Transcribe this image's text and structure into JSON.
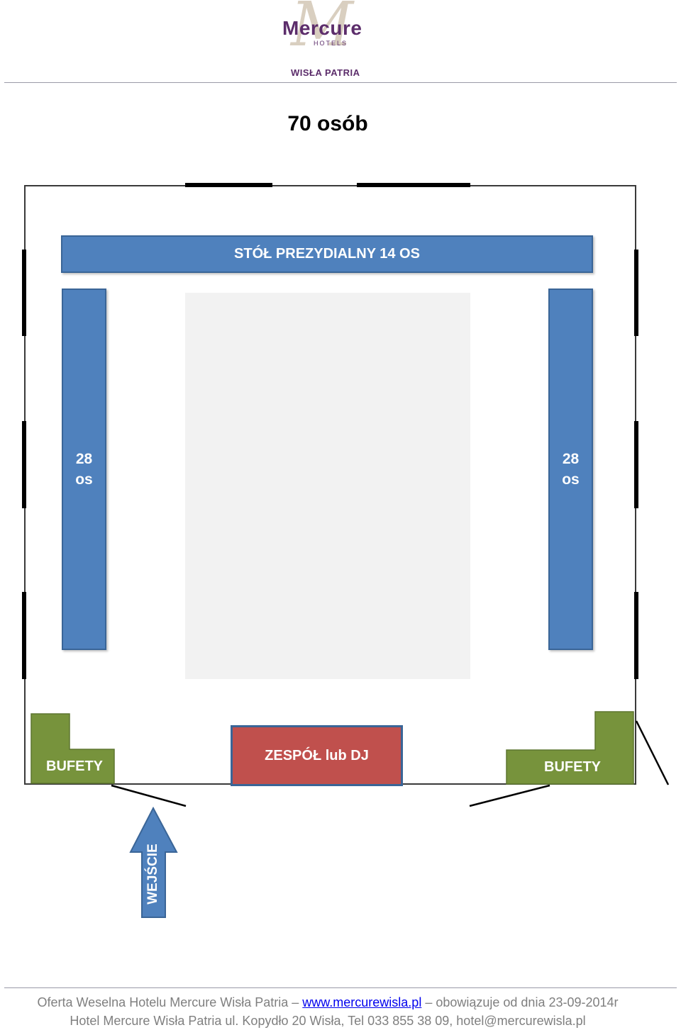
{
  "header": {
    "logo_monogram": "M",
    "logo_brand": "Mercure",
    "logo_hotels": "HOTELS",
    "logo_subtitle": "WISŁA PATRIA",
    "brand_color": "#5c2d6b"
  },
  "title": "70 osób",
  "plan": {
    "head_table": "STÓŁ PREZYDIALNY 14 OS",
    "left_table": {
      "number": "28",
      "unit": "os"
    },
    "right_table": {
      "number": "28",
      "unit": "os"
    },
    "band": "ZESPÓŁ lub DJ",
    "buffet_left": "BUFETY",
    "buffet_right": "BUFETY",
    "entrance": "WEJŚCIE",
    "colors": {
      "table": "#4f81bd",
      "band": "#c0504d",
      "buffet": "#77933c",
      "dance_floor": "#f2f2f2"
    }
  },
  "footer": {
    "line1_pre": "Oferta Weselna Hotelu Mercure Wisła Patria – ",
    "line1_link": "www.mercurewisla.pl",
    "line1_post": " – obowiązuje od dnia 23-09-2014r",
    "line2": "Hotel Mercure Wisła Patria ul. Kopydło 20 Wisła, Tel  033 855 38 09, hotel@mercurewisla.pl"
  }
}
